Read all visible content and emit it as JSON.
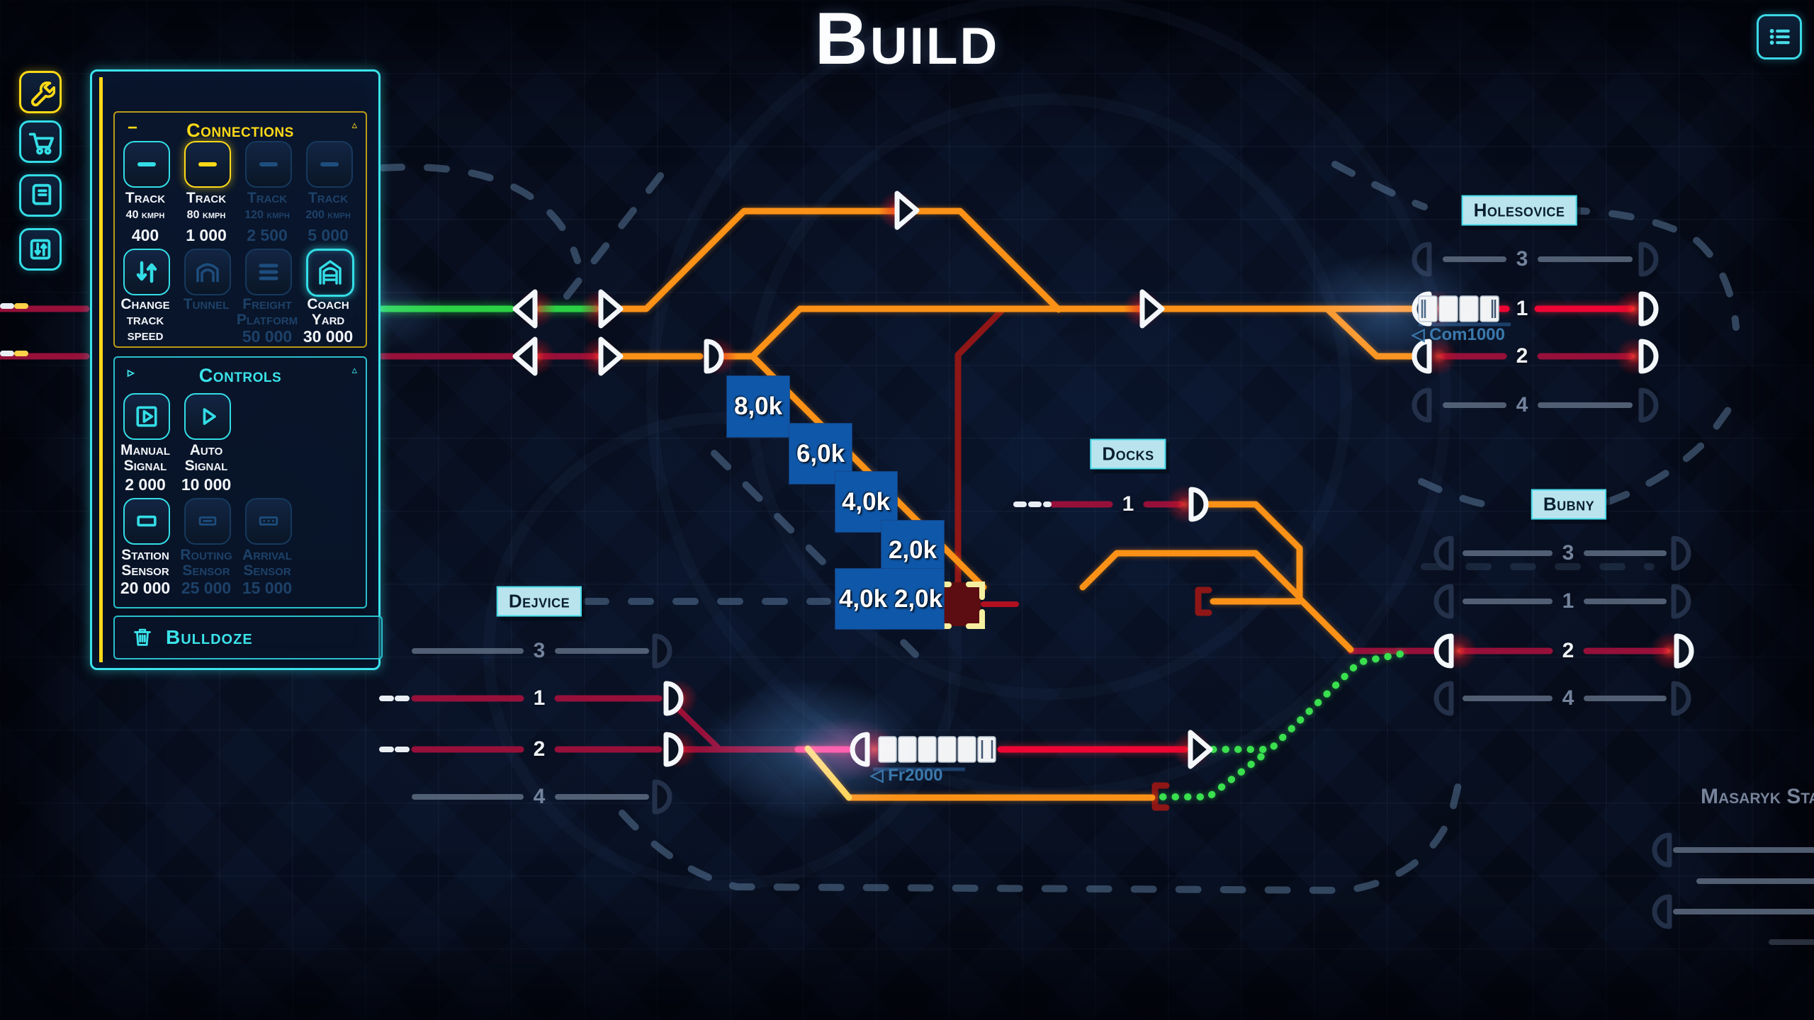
{
  "title": {
    "text": "Build"
  },
  "topbar": {
    "menu_icon": "list"
  },
  "toolbar": {
    "build_icon": "wrench",
    "shop_icon": "cart",
    "catalog_icon": "book",
    "adjust_icon": "sliders"
  },
  "panel": {
    "connections": {
      "title": "Connections",
      "collapse_glyph": "−",
      "fold_glyph": "▵",
      "track40": {
        "name": "Track",
        "speed": "40 kmph",
        "price": "400"
      },
      "track80": {
        "name": "Track",
        "speed": "80 kmph",
        "price": "1 000"
      },
      "track120": {
        "name": "Track",
        "speed": "120 kmph",
        "price": "2 500"
      },
      "track200": {
        "name": "Track",
        "speed": "200 kmph",
        "price": "5 000"
      },
      "change_speed": {
        "line1": "Change",
        "line2": "track speed"
      },
      "tunnel": {
        "line1": "Tunnel"
      },
      "freight_platform": {
        "line1": "Freight",
        "line2": "Platform",
        "price": "50 000"
      },
      "coach_yard": {
        "line1": "Coach",
        "line2": "Yard",
        "price": "30 000"
      }
    },
    "controls": {
      "title": "Controls",
      "expand_glyph": "▹",
      "fold_glyph": "▵",
      "manual_signal": {
        "line1": "Manual",
        "line2": "Signal",
        "price": "2 000"
      },
      "auto_signal": {
        "line1": "Auto",
        "line2": "Signal",
        "price": "10 000"
      },
      "station_sensor": {
        "line1": "Station",
        "line2": "Sensor",
        "price": "20 000"
      },
      "routing_sensor": {
        "line1": "Routing",
        "line2": "Sensor",
        "price": "25 000"
      },
      "arrival_sensor": {
        "line1": "Arrival",
        "line2": "Sensor",
        "price": "15 000"
      }
    },
    "bulldoze": {
      "label": "Bulldoze"
    }
  },
  "map": {
    "stations": {
      "holesovice": "Holesovice",
      "docks": "Docks",
      "bubny": "Bubny",
      "dejvice": "Dejvice",
      "masaryk": "Masaryk Stati"
    },
    "platforms": {
      "holesovice": [
        "3",
        "1",
        "2",
        "4"
      ],
      "bubny": [
        "3",
        "1",
        "2",
        "4"
      ],
      "dejvice": [
        "3",
        "1",
        "2",
        "4"
      ],
      "docks": [
        "1"
      ]
    },
    "build_costs": [
      "8,0k",
      "6,0k",
      "4,0k",
      "2,0k",
      "4,0k",
      "2,0k"
    ],
    "trains": {
      "com": {
        "prefix": "◁",
        "name": "Com1000"
      },
      "fr": {
        "prefix": "◁",
        "name": "Fr2000"
      }
    },
    "colors": {
      "orange": "#fb9217",
      "green": "#2bd144",
      "red_bright": "#ef0534",
      "red_dark": "#96103a",
      "maroon": "#8e1616",
      "magenta": "#ff2b78",
      "cyan": "#3be3ea",
      "yellow": "#ffd918",
      "cost_box_blue": "#0f57a8",
      "dashed_route": "#5d7da0",
      "dim_track": "#5f6d82"
    }
  }
}
